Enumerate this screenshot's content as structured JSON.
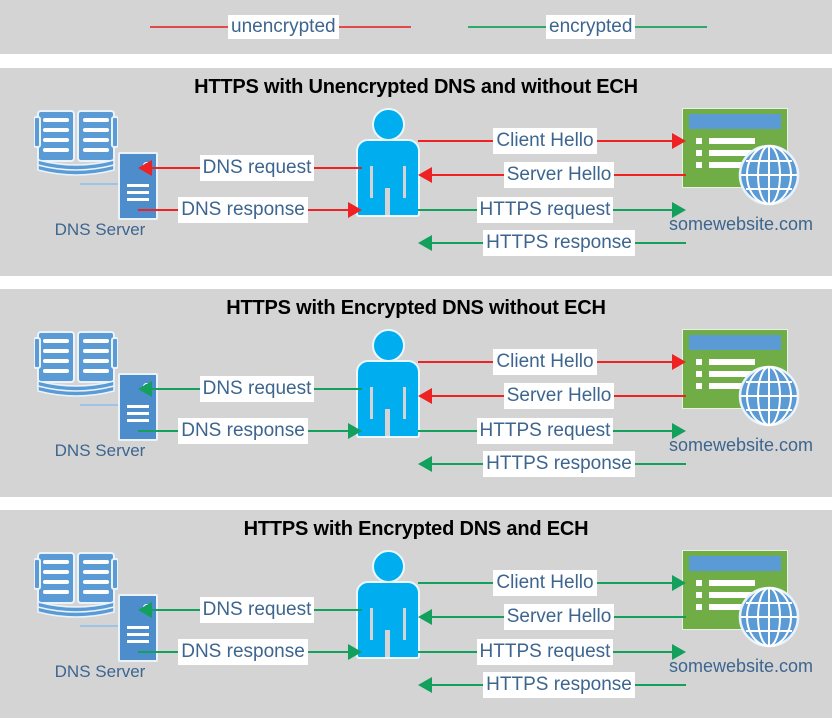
{
  "legend": {
    "items": [
      {
        "label": "unencrypted",
        "color": "#e04a4a",
        "icon": "red-line-icon"
      },
      {
        "label": "encrypted",
        "color": "#2eab6b",
        "icon": "green-line-icon"
      }
    ]
  },
  "colors": {
    "band_background": "#d4d4d4",
    "page_background": "#ffffff",
    "unencrypted": "#ee2222",
    "encrypted": "#13a05c",
    "label_text": "#3d658f",
    "title_text": "#000000",
    "person": "#00aeef",
    "server": "#4e8dcc",
    "book": "#5b9bd5",
    "browser": "#70ad47",
    "browser_titlebar": "#5b9bd5",
    "globe": "#5b9bd5"
  },
  "nodes": {
    "dns_server_label": "DNS Server",
    "website_label": "somewebsite.com",
    "user_icon": "person-icon",
    "book_icon": "open-book-icon",
    "server_icon": "server-rack-icon",
    "browser_icon": "browser-window-icon",
    "globe_icon": "globe-icon"
  },
  "panels": [
    {
      "title": "HTTPS with Unencrypted DNS and without ECH",
      "dns_flows": [
        {
          "label": "DNS request",
          "direction": "left",
          "encrypted": false
        },
        {
          "label": "DNS response",
          "direction": "right",
          "encrypted": false
        }
      ],
      "web_flows": [
        {
          "label": "Client Hello",
          "direction": "right",
          "encrypted": false
        },
        {
          "label": "Server Hello",
          "direction": "left",
          "encrypted": false
        },
        {
          "label": "HTTPS request",
          "direction": "right",
          "encrypted": true
        },
        {
          "label": "HTTPS response",
          "direction": "left",
          "encrypted": true
        }
      ]
    },
    {
      "title": "HTTPS with Encrypted DNS without ECH",
      "dns_flows": [
        {
          "label": "DNS request",
          "direction": "left",
          "encrypted": true
        },
        {
          "label": "DNS response",
          "direction": "right",
          "encrypted": true
        }
      ],
      "web_flows": [
        {
          "label": "Client Hello",
          "direction": "right",
          "encrypted": false
        },
        {
          "label": "Server Hello",
          "direction": "left",
          "encrypted": false
        },
        {
          "label": "HTTPS request",
          "direction": "right",
          "encrypted": true
        },
        {
          "label": "HTTPS response",
          "direction": "left",
          "encrypted": true
        }
      ]
    },
    {
      "title": "HTTPS with Encrypted DNS and ECH",
      "dns_flows": [
        {
          "label": "DNS request",
          "direction": "left",
          "encrypted": true
        },
        {
          "label": "DNS response",
          "direction": "right",
          "encrypted": true
        }
      ],
      "web_flows": [
        {
          "label": "Client Hello",
          "direction": "right",
          "encrypted": true
        },
        {
          "label": "Server Hello",
          "direction": "left",
          "encrypted": true
        },
        {
          "label": "HTTPS request",
          "direction": "right",
          "encrypted": true
        },
        {
          "label": "HTTPS response",
          "direction": "left",
          "encrypted": true
        }
      ]
    }
  ]
}
